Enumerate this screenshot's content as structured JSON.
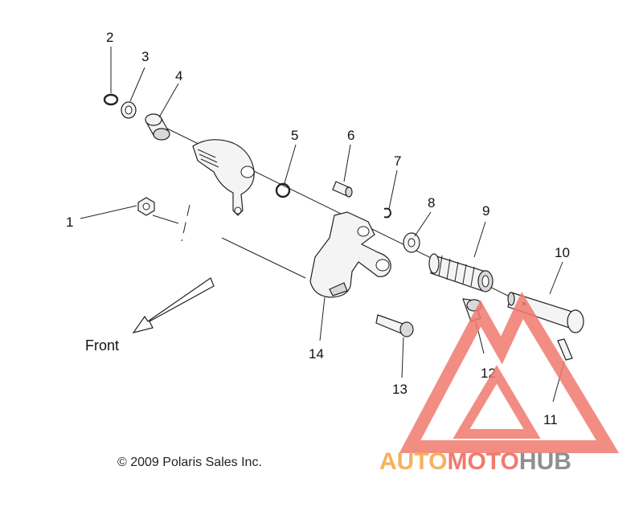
{
  "callouts": [
    "1",
    "2",
    "3",
    "4",
    "5",
    "6",
    "7",
    "8",
    "9",
    "10",
    "11",
    "12",
    "13",
    "14"
  ],
  "direction_label": "Front",
  "copyright": "© 2009 Polaris Sales Inc.",
  "watermark": {
    "brand_part1": "AUTO",
    "brand_part2": "MOTO",
    "brand_part3": "HUB",
    "colors": {
      "orange": "#f6b15c",
      "red": "#f07a6e",
      "gray": "#8f8f8f"
    }
  }
}
